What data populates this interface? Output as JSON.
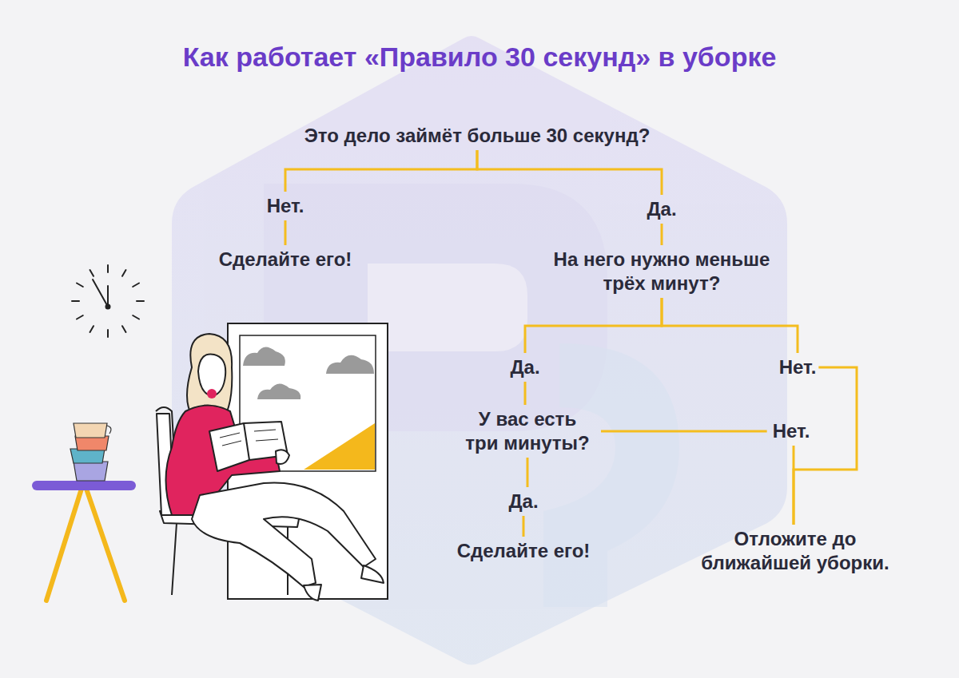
{
  "diagram": {
    "title": "Как работает «Правило 30 секунд» в уборке",
    "nodes": [
      {
        "text": [
          "Это дело займёт больше 30 секунд?"
        ]
      },
      {
        "text": [
          "Нет."
        ]
      },
      {
        "text": [
          "Сделайте его!"
        ]
      },
      {
        "text": [
          "Да."
        ]
      },
      {
        "text": [
          "На него нужно меньше трёх минут?"
        ]
      },
      {
        "text": [
          "Да."
        ]
      },
      {
        "text": [
          "Нет."
        ]
      },
      {
        "text": [
          "У вас есть три минуты?"
        ]
      },
      {
        "text": [
          "Нет."
        ]
      },
      {
        "text": [
          "Да."
        ]
      },
      {
        "text": [
          "Сделайте его!"
        ]
      },
      {
        "text": [
          "Отложите до ближайшей уборки."
        ]
      }
    ],
    "edges": [
      {
        "from": 0,
        "to": 1,
        "arrow": "none"
      },
      {
        "from": 0,
        "to": 3,
        "arrow": "none"
      },
      {
        "from": 1,
        "to": 2,
        "arrow": "none"
      },
      {
        "from": 3,
        "to": 4,
        "arrow": "none"
      },
      {
        "from": 4,
        "to": 5,
        "arrow": "none"
      },
      {
        "from": 4,
        "to": 6,
        "arrow": "none"
      },
      {
        "from": 5,
        "to": 7,
        "arrow": "none"
      },
      {
        "from": 7,
        "to": 8,
        "arrow": "none"
      },
      {
        "from": 7,
        "to": 9,
        "arrow": "none"
      },
      {
        "from": 9,
        "to": 10,
        "arrow": "none"
      },
      {
        "from": 6,
        "to": 11,
        "arrow": "none"
      },
      {
        "from": 8,
        "to": 11,
        "arrow": "none"
      }
    ]
  }
}
